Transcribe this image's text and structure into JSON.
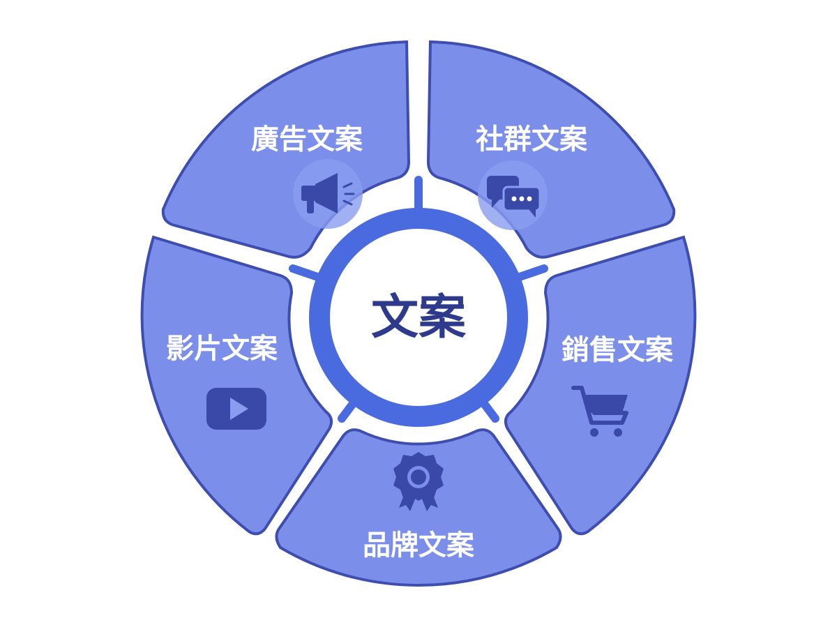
{
  "center": {
    "label": "文案"
  },
  "segments": [
    {
      "label": "廣告文案",
      "icon": "megaphone-icon"
    },
    {
      "label": "社群文案",
      "icon": "chat-bubbles-icon"
    },
    {
      "label": "銷售文案",
      "icon": "shopping-cart-icon"
    },
    {
      "label": "品牌文案",
      "icon": "award-badge-icon"
    },
    {
      "label": "影片文案",
      "icon": "video-play-icon"
    }
  ],
  "colors": {
    "segment_fill": "#7b8fea",
    "segment_stroke": "#3d4db0",
    "icon": "#3a48a8",
    "ring": "#4a6ae0",
    "center_text": "#2e3a8c",
    "label_text": "#ffffff"
  }
}
